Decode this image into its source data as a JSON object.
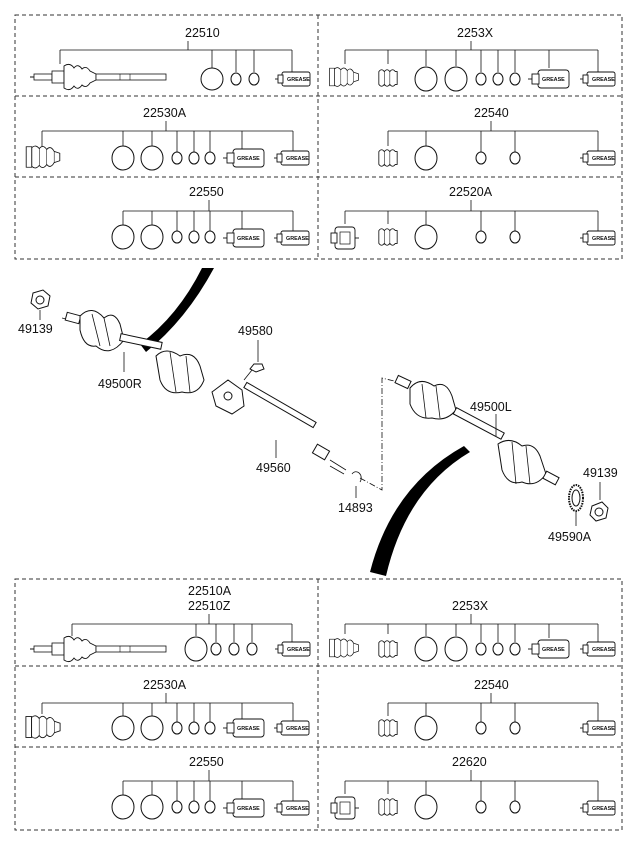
{
  "diagram": {
    "grease_label": "GREASE",
    "top_kits": [
      {
        "id": "kit-22510",
        "label": "22510"
      },
      {
        "id": "kit-2253x",
        "label": "2253X"
      },
      {
        "id": "kit-22530a",
        "label": "22530A"
      },
      {
        "id": "kit-22540",
        "label": "22540"
      },
      {
        "id": "kit-22550",
        "label": "22550"
      },
      {
        "id": "kit-22520a",
        "label": "22520A"
      }
    ],
    "bottom_kits": [
      {
        "id": "kit-22510a",
        "label": "22510A",
        "label2": "22510Z"
      },
      {
        "id": "kit-2253x-b",
        "label": "2253X"
      },
      {
        "id": "kit-22530a-b",
        "label": "22530A"
      },
      {
        "id": "kit-22540-b",
        "label": "22540"
      },
      {
        "id": "kit-22550-b",
        "label": "22550"
      },
      {
        "id": "kit-22620",
        "label": "22620"
      }
    ],
    "callouts": {
      "nut_left": "49139",
      "shaft_right": "49500R",
      "bolt": "49580",
      "intermediate_shaft": "49560",
      "snap_ring": "14893",
      "shaft_left": "49500L",
      "nut_right": "49139",
      "tone_ring": "49590A"
    }
  }
}
